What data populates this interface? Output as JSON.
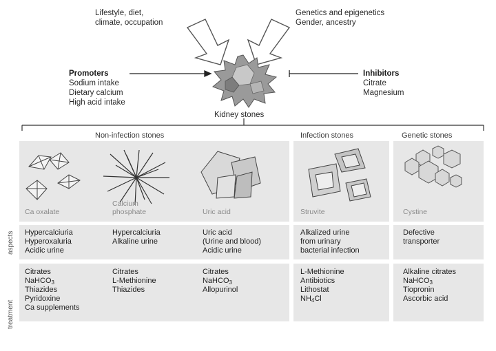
{
  "top_factors": {
    "left": [
      "Lifestyle, diet,",
      "climate, occupation"
    ],
    "right": [
      "Genetics and epigenetics",
      "Gender, ancestry"
    ]
  },
  "promoters": {
    "title": "Promoters",
    "items": [
      "Sodium intake",
      "Dietary calcium",
      "High acid intake"
    ]
  },
  "inhibitors": {
    "title": "Inhibitors",
    "items": [
      "Citrate",
      "Magnesium"
    ]
  },
  "center_label": "Kidney stones",
  "categories": {
    "non_infection": "Non-infection stones",
    "infection": "Infection stones",
    "genetic": "Genetic stones"
  },
  "stone_types": [
    "Ca oxalate",
    "Calcium phosphate",
    "Uric acid",
    "Struvite",
    "Cystine"
  ],
  "row_labels": {
    "aspects": "aspects",
    "treatment": "treatment"
  },
  "aspects": [
    [
      "Hypercalciuria",
      "Hyperoxaluria",
      "Acidic urine"
    ],
    [
      "Hypercalciuria",
      "Alkaline urine"
    ],
    [
      "Uric acid",
      "(Urine and blood)",
      "Acidic urine"
    ],
    [
      "Alkalized urine",
      "from urinary",
      "bacterial infection"
    ],
    [
      "Defective",
      "transporter"
    ]
  ],
  "treatment": [
    [
      "Citrates",
      "NaHCO3",
      "Thiazides",
      "Pyridoxine",
      "Ca supplements"
    ],
    [
      "Citrates",
      "L-Methionine",
      "Thiazides"
    ],
    [
      "Citrates",
      "NaHCO3",
      "Allopurinol"
    ],
    [
      "L-Methionine",
      "Antibiotics",
      "Lithostat",
      "NH4Cl"
    ],
    [
      "Alkaline citrates",
      "NaHCO3",
      "Tiopronin",
      "Ascorbic acid"
    ]
  ]
}
